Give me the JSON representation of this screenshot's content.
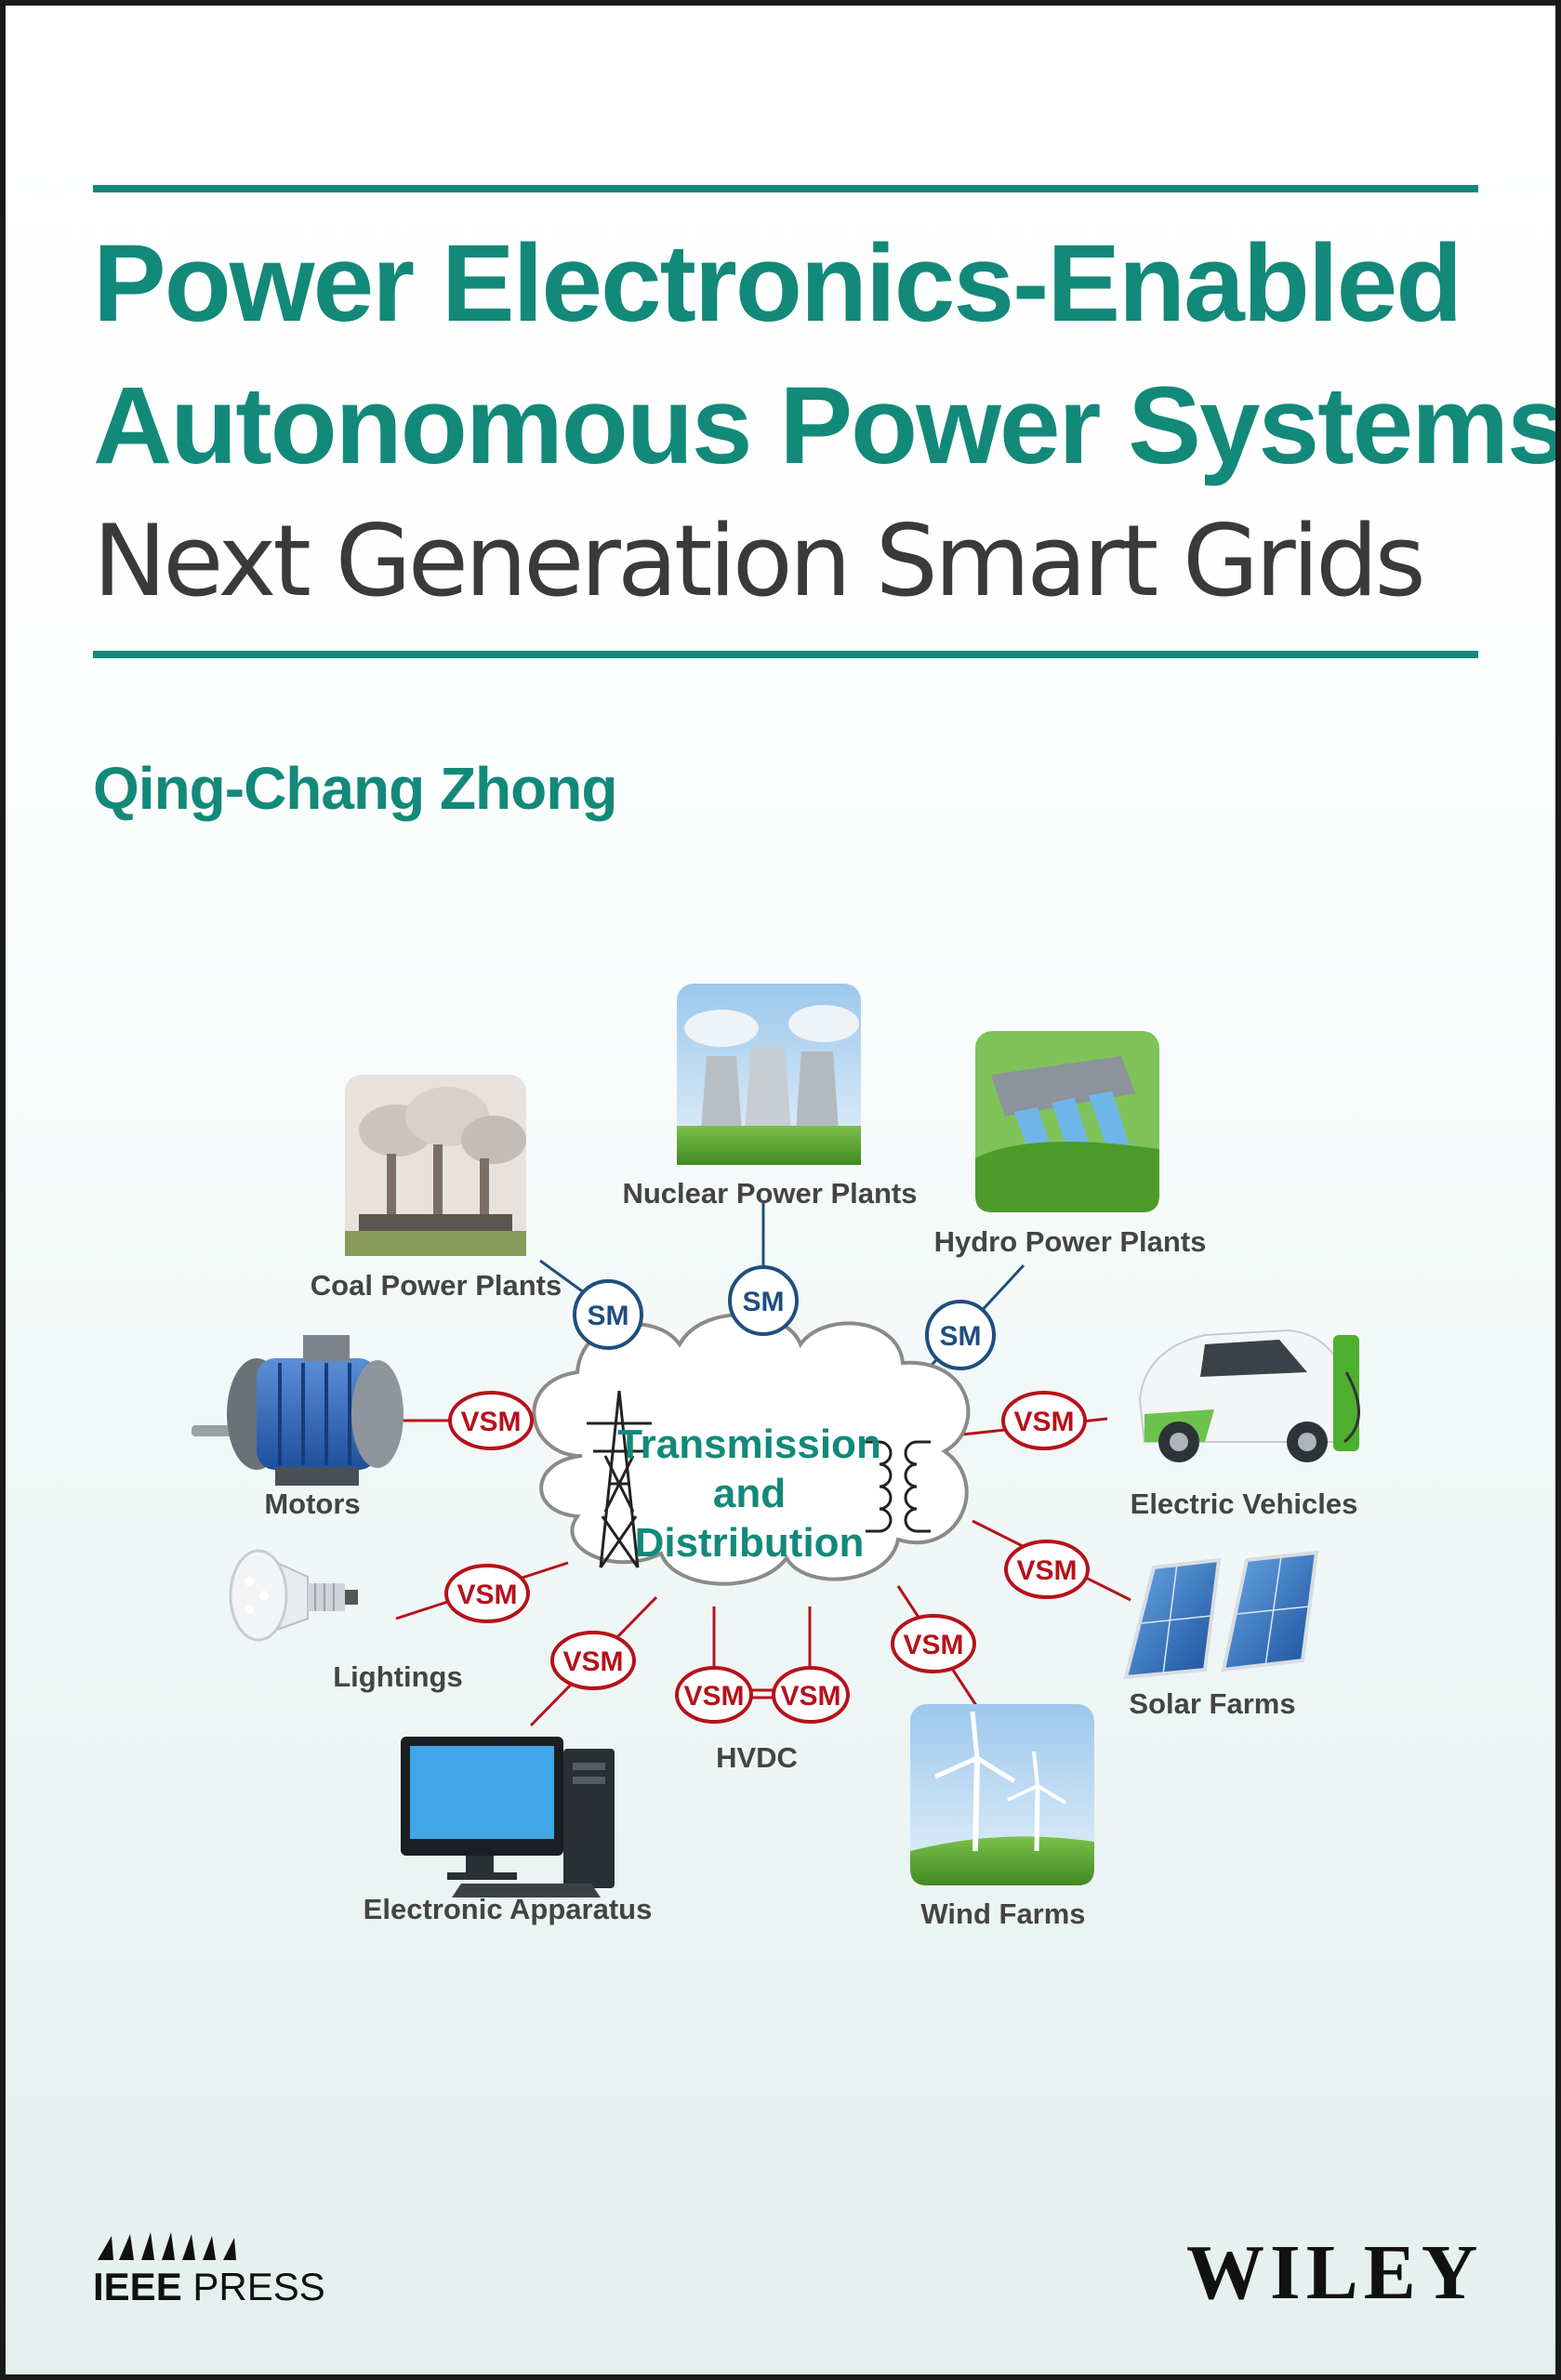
{
  "title": {
    "line1": "Power Electronics-Enabled",
    "line2": "Autonomous Power Systems",
    "subtitle": "Next Generation Smart Grids"
  },
  "author": "Qing-Chang Zhong",
  "diagram": {
    "center": {
      "line1": "Transmission",
      "line2": "and",
      "line3": "Distribution"
    },
    "nodes": {
      "coal": "Coal Power Plants",
      "nuclear": "Nuclear Power Plants",
      "hydro": "Hydro Power Plants",
      "motors": "Motors",
      "ev": "Electric Vehicles",
      "lightings": "Lightings",
      "solar": "Solar Farms",
      "apparatus": "Electronic Apparatus",
      "hvdc": "HVDC",
      "wind": "Wind Farms"
    },
    "badges": {
      "sm": "SM",
      "vsm": "VSM"
    },
    "colors": {
      "sm": "#1f4e7f",
      "vsm": "#b5121b",
      "accent": "#13897a"
    }
  },
  "publisher": {
    "ieee_bold": "IEEE",
    "ieee_rest": "PRESS",
    "wiley": "WILEY"
  }
}
